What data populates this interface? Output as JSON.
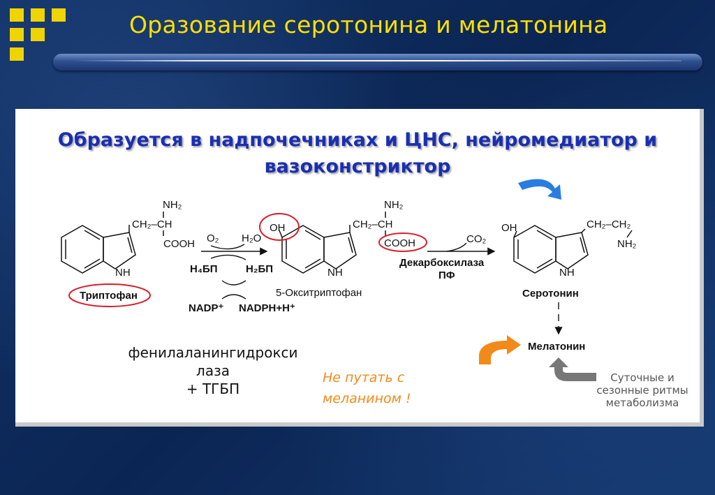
{
  "title": "Оразование серотонина и мелатонина",
  "headline": [
    "Образуется в надпочечниках и ЦНС, нейромедиатор и",
    "вазоконстриктор"
  ],
  "diagram": {
    "nh2": "NH₂",
    "ch2ch": "CH₂–CH",
    "cooh": "COOH",
    "nh": "NH",
    "oh": "OH",
    "o2": "O₂",
    "h2o": "H₂O",
    "h4bp": "H₄БП",
    "h2bp": "H₂БП",
    "nadp": "NADP⁺",
    "nadph": "NADPH+H⁺",
    "co2": "CO₂",
    "ch2ch2": "CH₂–CH₂",
    "tryptophan": "Триптофан",
    "hydroxytryptophan": "5-Окситриптофан",
    "decarboxylase": "Декарбоксилаза",
    "pf": "ПФ",
    "serotonin": "Серотонин",
    "melatonin": "Мелатонин"
  },
  "enzyme_note": [
    "фенилаланингидрокси",
    "лаза",
    "+ ТГБП"
  ],
  "warning_note": [
    "Не путать с",
    "меланином !"
  ],
  "rhythm_note": [
    "Суточные и",
    "сезонные ритмы",
    "метаболизма"
  ],
  "colors": {
    "title": "#ffe000",
    "headline": "#1a2fb0",
    "highlight": "#d81e2a",
    "blue_arrow": "#2a7de0",
    "orange_arrow": "#f28a1a",
    "grey_arrow": "#777777"
  }
}
